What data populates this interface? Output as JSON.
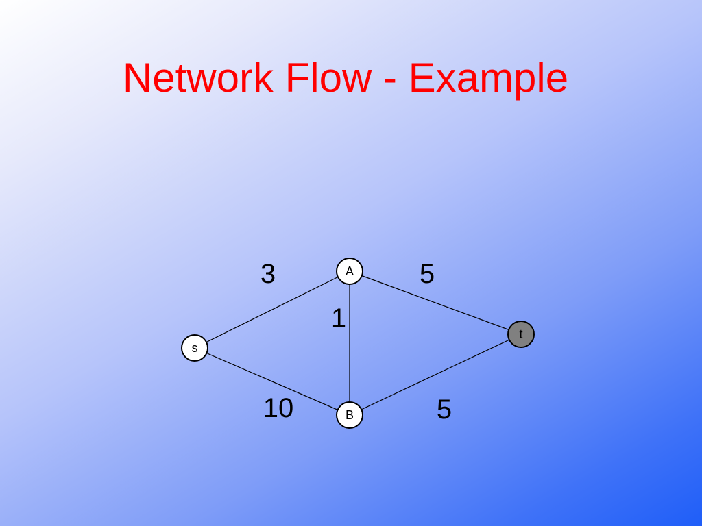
{
  "slide": {
    "title": "Network Flow - Example"
  },
  "graph": {
    "nodes": [
      {
        "id": "s",
        "label": "s",
        "fill": "#ffffff"
      },
      {
        "id": "A",
        "label": "A",
        "fill": "#ffffff"
      },
      {
        "id": "B",
        "label": "B",
        "fill": "#ffffff"
      },
      {
        "id": "t",
        "label": "t",
        "fill": "#808080"
      }
    ],
    "edges": [
      {
        "from": "s",
        "to": "A",
        "capacity": "3"
      },
      {
        "from": "A",
        "to": "t",
        "capacity": "5"
      },
      {
        "from": "A",
        "to": "B",
        "capacity": "1"
      },
      {
        "from": "s",
        "to": "B",
        "capacity": "10"
      },
      {
        "from": "B",
        "to": "t",
        "capacity": "5"
      }
    ]
  }
}
